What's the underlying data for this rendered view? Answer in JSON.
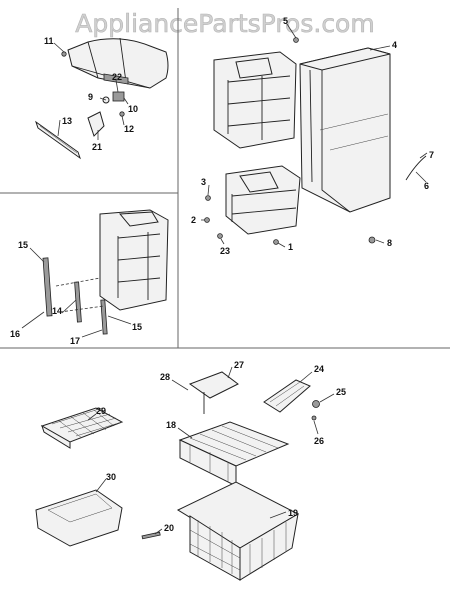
{
  "watermark": {
    "text": "AppliancePartsPros.com"
  },
  "callouts": {
    "c1": "1",
    "c2": "2",
    "c3": "3",
    "c4": "4",
    "c5": "5",
    "c6": "6",
    "c7": "7",
    "c8": "8",
    "c9": "9",
    "c10": "10",
    "c11": "11",
    "c12": "12",
    "c13": "13",
    "c14": "14",
    "c15a": "15",
    "c15b": "15",
    "c16": "16",
    "c17": "17",
    "c18": "18",
    "c19": "19",
    "c20": "20",
    "c21": "21",
    "c22": "22",
    "c23": "23",
    "c24": "24",
    "c25": "25",
    "c26": "26",
    "c27": "27",
    "c28": "28",
    "c29": "29",
    "c30": "30"
  }
}
